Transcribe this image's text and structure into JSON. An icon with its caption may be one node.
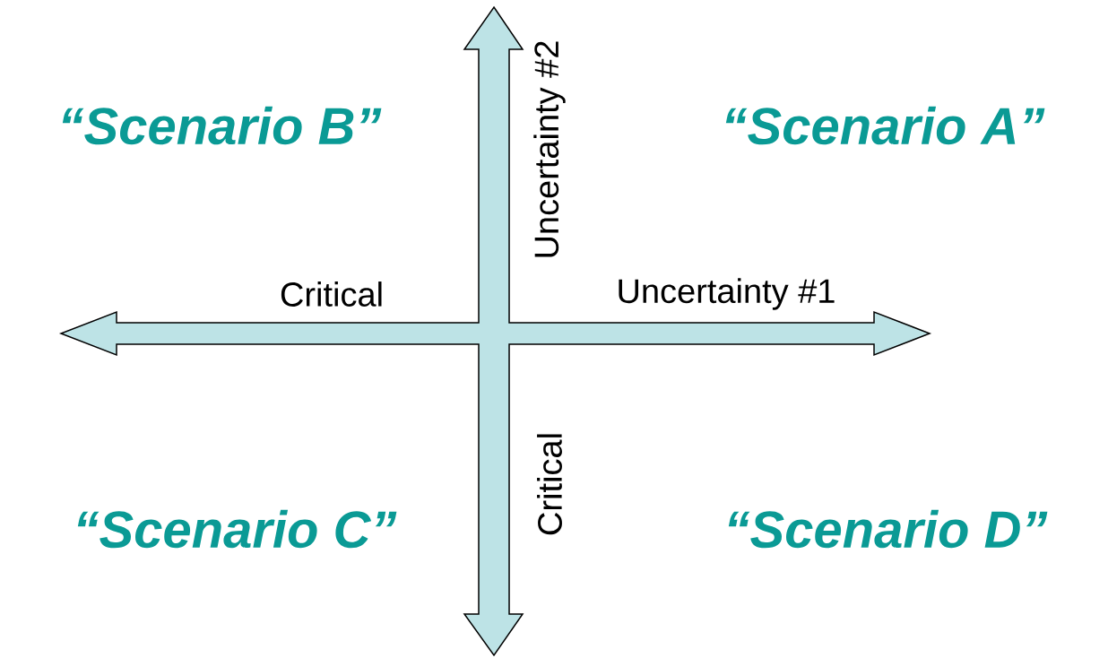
{
  "diagram": {
    "labels": [
      "“Scenario B”",
      "Uncertainty #2",
      "“Scenario A”",
      "Critical",
      "Uncertainty #1",
      "Critical",
      "“Scenario C”",
      "“Scenario D”"
    ]
  }
}
